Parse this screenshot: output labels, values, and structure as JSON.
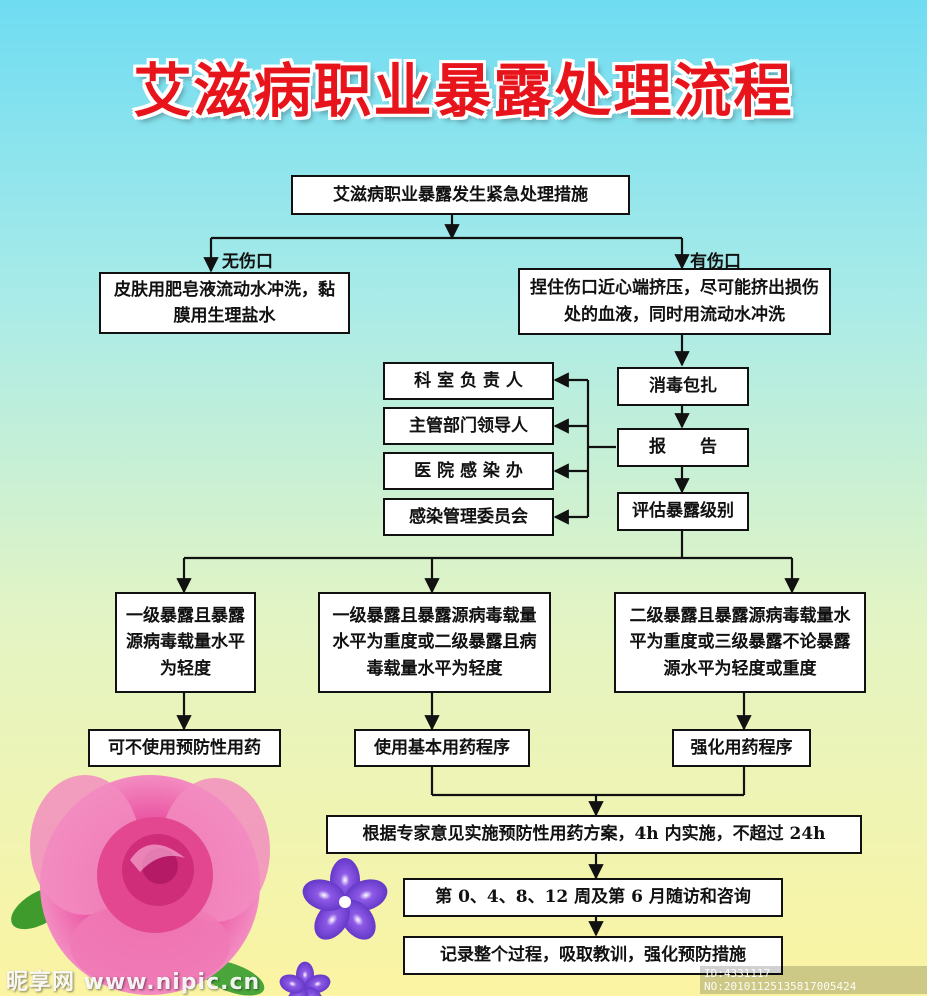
{
  "title": "艾滋病职业暴露处理流程",
  "nodes": {
    "top": "艾滋病职业暴露发生紧急处理措施",
    "no_wound_label": "无伤口",
    "wound_label": "有伤口",
    "no_wound": "皮肤用肥皂液流动水冲洗，黏膜用生理盐水",
    "wound": "捏住伤口近心端挤压，尽可能挤出损伤处的血液，同时用流动水冲洗",
    "disinfect": "消毒包扎",
    "report": "报　　告",
    "evaluate": "评估暴露级别",
    "recipients": [
      "科 室 负 责 人",
      "主管部门领导人",
      "医 院 感 染 办",
      "感染管理委员会"
    ],
    "levels": [
      "一级暴露且暴露源病毒载量水平为轻度",
      "一级暴露且暴露源病毒载量水平为重度或二级暴露且病毒载量水平为轻度",
      "二级暴露且暴露源病毒载量水平为重度或三级暴露不论暴露源水平为轻度或重度"
    ],
    "actions": [
      "可不使用预防性用药",
      "使用基本用药程序",
      "强化用药程序"
    ],
    "final": [
      "根据专家意见实施预防性用药方案，4h 内实施，不超过 24h",
      "第 0、4、8、12 周及第 6 月随访和咨询",
      "记录整个过程，吸取教训，强化预防措施"
    ]
  },
  "watermark": {
    "left": "昵享网 www.nipic.cn",
    "right": "ID:4331117 NO:20101125135817005424"
  },
  "colors": {
    "title": "#e8141b",
    "rose": "#e8529a",
    "periwinkle": "#6a3fd1"
  }
}
